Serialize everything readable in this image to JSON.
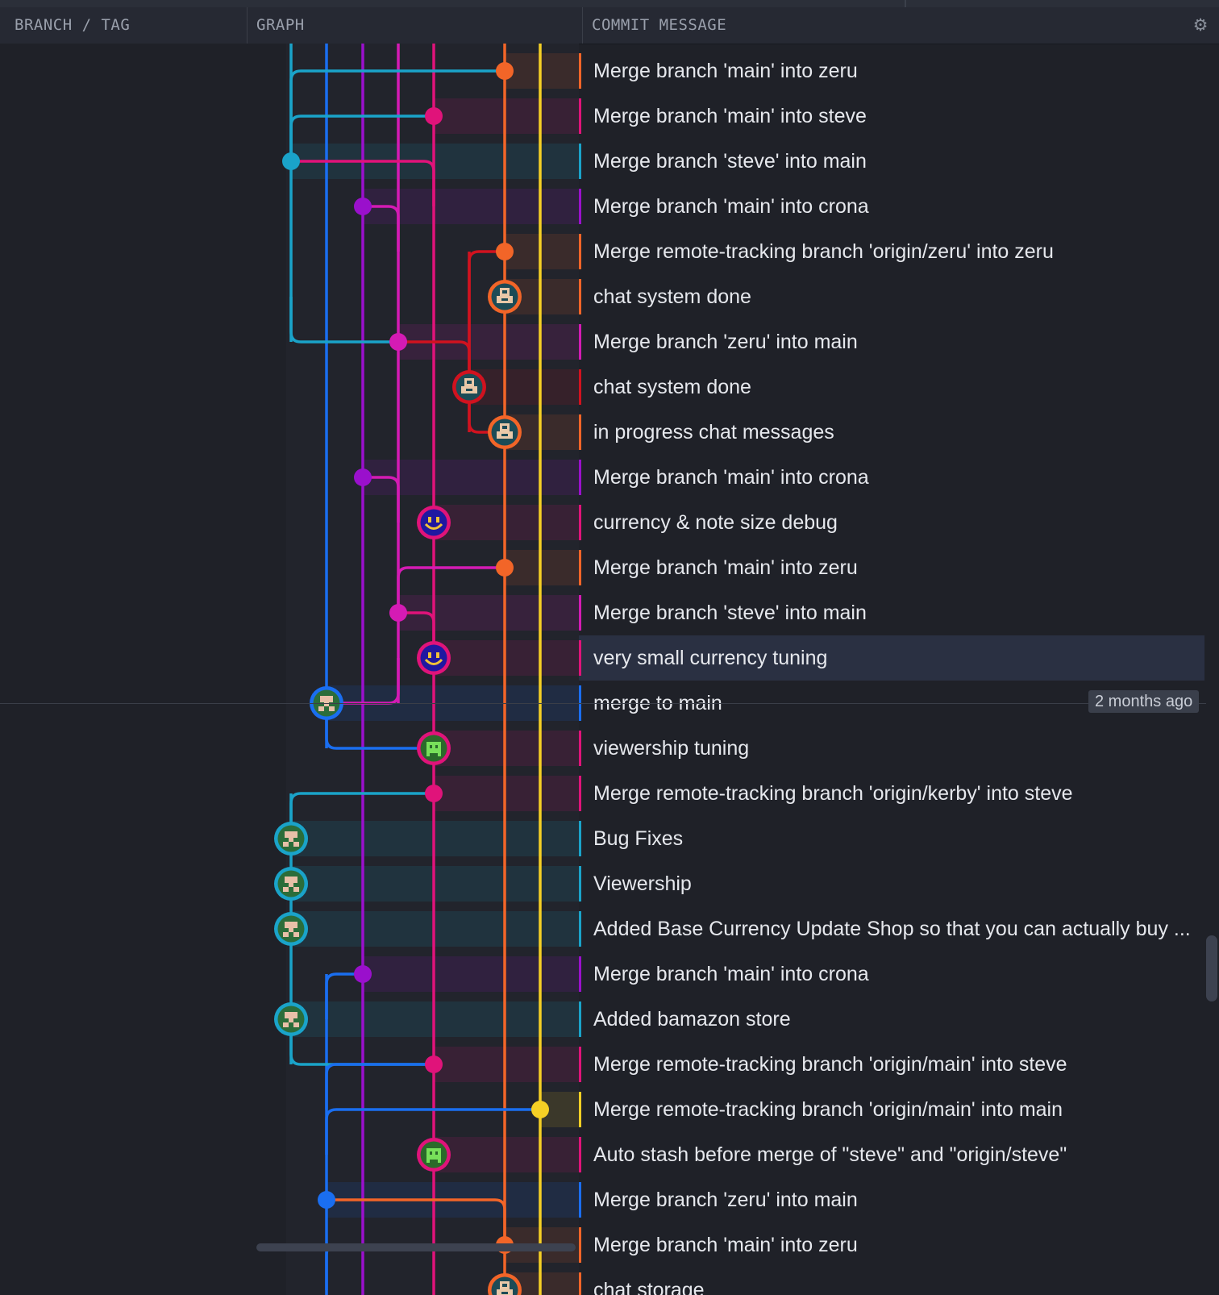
{
  "header": {
    "col_branch": "BRANCH / TAG",
    "col_graph": "GRAPH",
    "col_message": "COMMIT MESSAGE",
    "settings_icon": "gear-icon"
  },
  "date_badge": "2 months ago",
  "lanes": {
    "cyan": "#1aa3c9",
    "blue": "#1a6ef0",
    "purple": "#9a10cc",
    "magenta": "#d41bb4",
    "pink": "#e0137a",
    "red": "#d1121f",
    "orange": "#f26528",
    "yellow": "#f5cf25"
  },
  "commits": [
    {
      "message": "Merge branch 'main' into zeru",
      "lane": "orange",
      "type": "merge"
    },
    {
      "message": "Merge branch 'main' into steve",
      "lane": "pink",
      "type": "merge"
    },
    {
      "message": "Merge branch 'steve' into main",
      "lane": "cyan",
      "type": "merge"
    },
    {
      "message": "Merge branch 'main' into crona",
      "lane": "purple",
      "type": "merge"
    },
    {
      "message": "Merge remote-tracking branch 'origin/zeru' into zeru",
      "lane": "orange",
      "type": "merge"
    },
    {
      "message": "chat system done",
      "lane": "orange",
      "type": "avatar",
      "avatar": "robot-avatar"
    },
    {
      "message": "Merge branch 'zeru' into main",
      "lane": "magenta",
      "type": "merge"
    },
    {
      "message": "chat system done",
      "lane": "red",
      "type": "avatar",
      "avatar": "robot-avatar"
    },
    {
      "message": "in progress chat messages",
      "lane": "orange",
      "type": "avatar",
      "avatar": "robot-avatar"
    },
    {
      "message": "Merge branch 'main' into crona",
      "lane": "purple",
      "type": "merge"
    },
    {
      "message": "currency & note size debug",
      "lane": "pink",
      "type": "avatar",
      "avatar": "smiley-avatar"
    },
    {
      "message": "Merge branch 'main' into zeru",
      "lane": "orange",
      "type": "merge"
    },
    {
      "message": "Merge branch 'steve' into main",
      "lane": "magenta",
      "type": "merge"
    },
    {
      "message": "very small currency tuning",
      "lane": "pink",
      "type": "avatar",
      "avatar": "smiley-avatar",
      "selected": true
    },
    {
      "message": "merge to main",
      "lane": "blue",
      "type": "avatar",
      "avatar": "pixel-face-avatar"
    },
    {
      "message": "viewership tuning",
      "lane": "pink",
      "type": "avatar",
      "avatar": "invader-avatar"
    },
    {
      "message": "Merge remote-tracking branch 'origin/kerby' into steve",
      "lane": "pink",
      "type": "merge"
    },
    {
      "message": "Bug Fixes",
      "lane": "cyan",
      "type": "avatar",
      "avatar": "pixel-face-avatar"
    },
    {
      "message": "Viewership",
      "lane": "cyan",
      "type": "avatar",
      "avatar": "pixel-face-avatar"
    },
    {
      "message": "Added Base Currency Update Shop so that you can actually buy ...",
      "lane": "cyan",
      "type": "avatar",
      "avatar": "pixel-face-avatar"
    },
    {
      "message": "Merge branch 'main' into crona",
      "lane": "purple",
      "type": "merge"
    },
    {
      "message": "Added bamazon store",
      "lane": "cyan",
      "type": "avatar",
      "avatar": "pixel-face-avatar"
    },
    {
      "message": "Merge remote-tracking branch 'origin/main' into steve",
      "lane": "pink",
      "type": "merge"
    },
    {
      "message": "Merge remote-tracking branch 'origin/main' into main",
      "lane": "yellow",
      "type": "merge"
    },
    {
      "message": "Auto stash before merge of \"steve\" and \"origin/steve\"",
      "lane": "pink",
      "type": "avatar",
      "avatar": "invader-avatar"
    },
    {
      "message": "Merge branch 'zeru' into main",
      "lane": "blue",
      "type": "merge"
    },
    {
      "message": "Merge branch 'main' into zeru",
      "lane": "orange",
      "type": "merge"
    },
    {
      "message": "chat storage",
      "lane": "orange",
      "type": "avatar",
      "avatar": "robot-avatar"
    }
  ]
}
